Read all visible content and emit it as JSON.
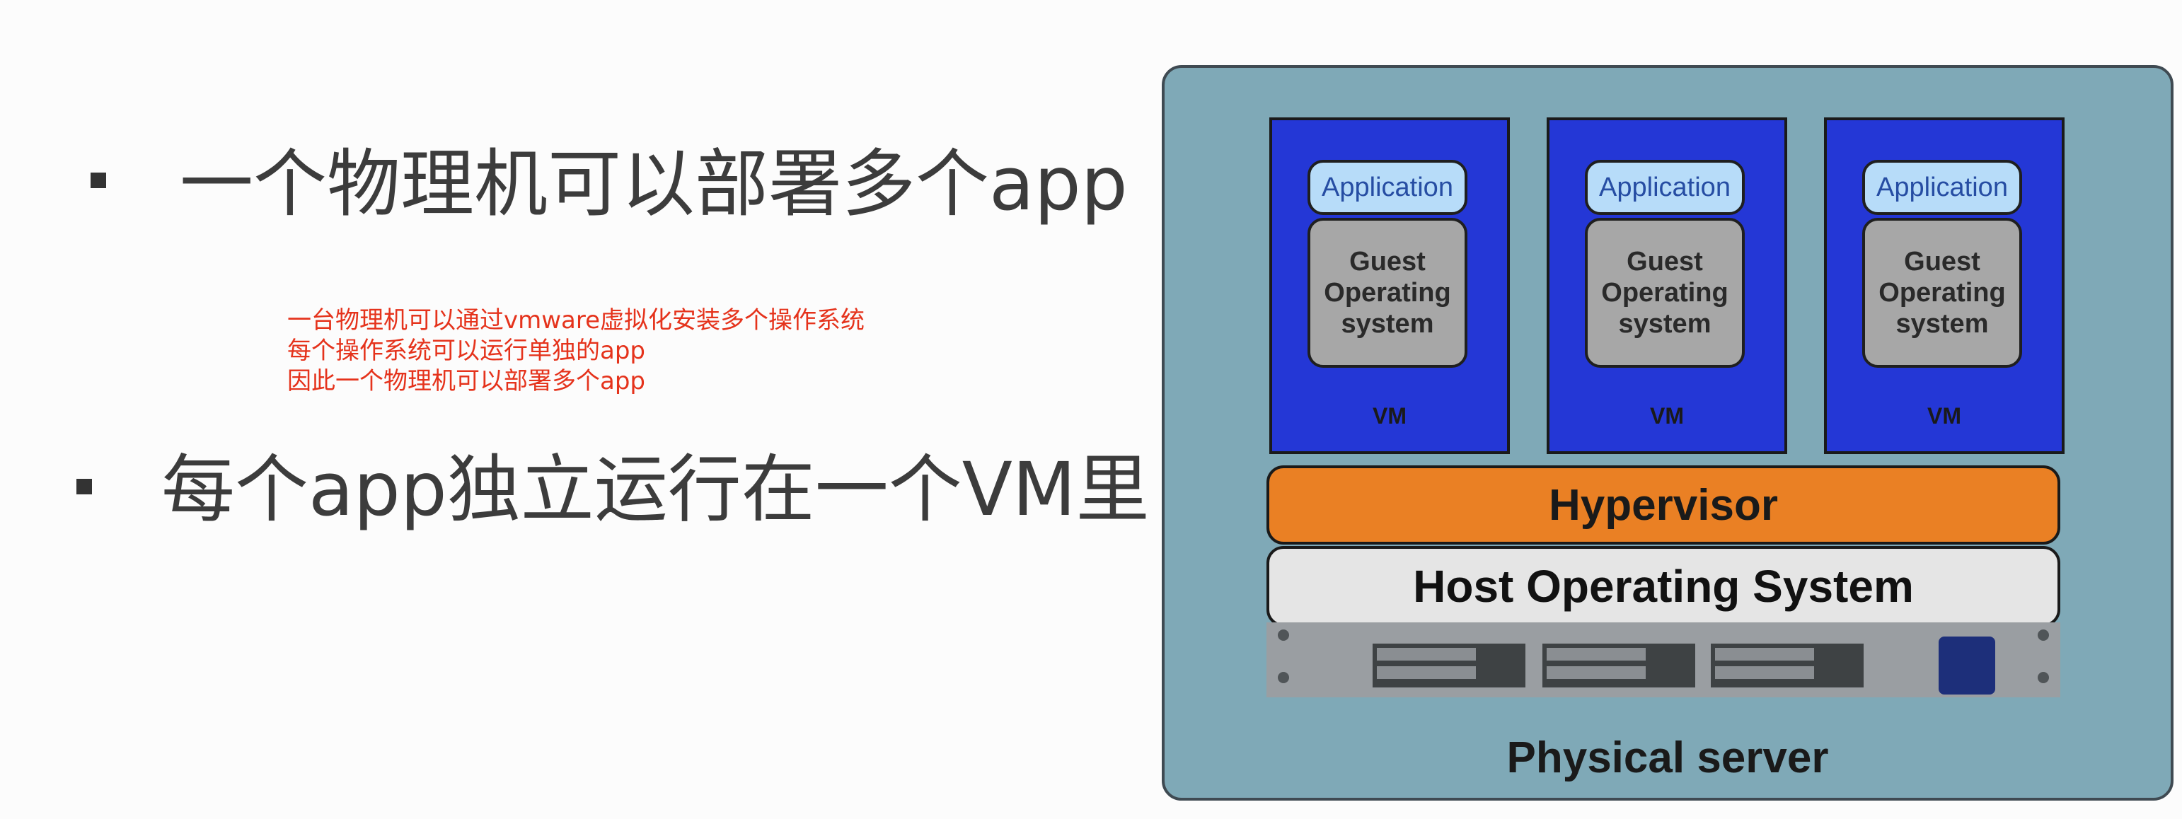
{
  "bullets": [
    {
      "text": "一个物理机可以部署多个app"
    },
    {
      "text": "每个app独立运行在一个VM里"
    }
  ],
  "note": {
    "lines": [
      "一台物理机可以通过vmware虚拟化安装多个操作系统",
      "每个操作系统可以运行单独的app",
      "因此一个物理机可以部署多个app"
    ]
  },
  "diagram": {
    "vms": [
      {
        "app": "Application",
        "guest": [
          "Guest",
          "Operating",
          "system"
        ],
        "label": "VM"
      },
      {
        "app": "Application",
        "guest": [
          "Guest",
          "Operating",
          "system"
        ],
        "label": "VM"
      },
      {
        "app": "Application",
        "guest": [
          "Guest",
          "Operating",
          "system"
        ],
        "label": "VM"
      }
    ],
    "hypervisor": "Hypervisor",
    "host_os": "Host Operating System",
    "server_label": "Physical server"
  }
}
